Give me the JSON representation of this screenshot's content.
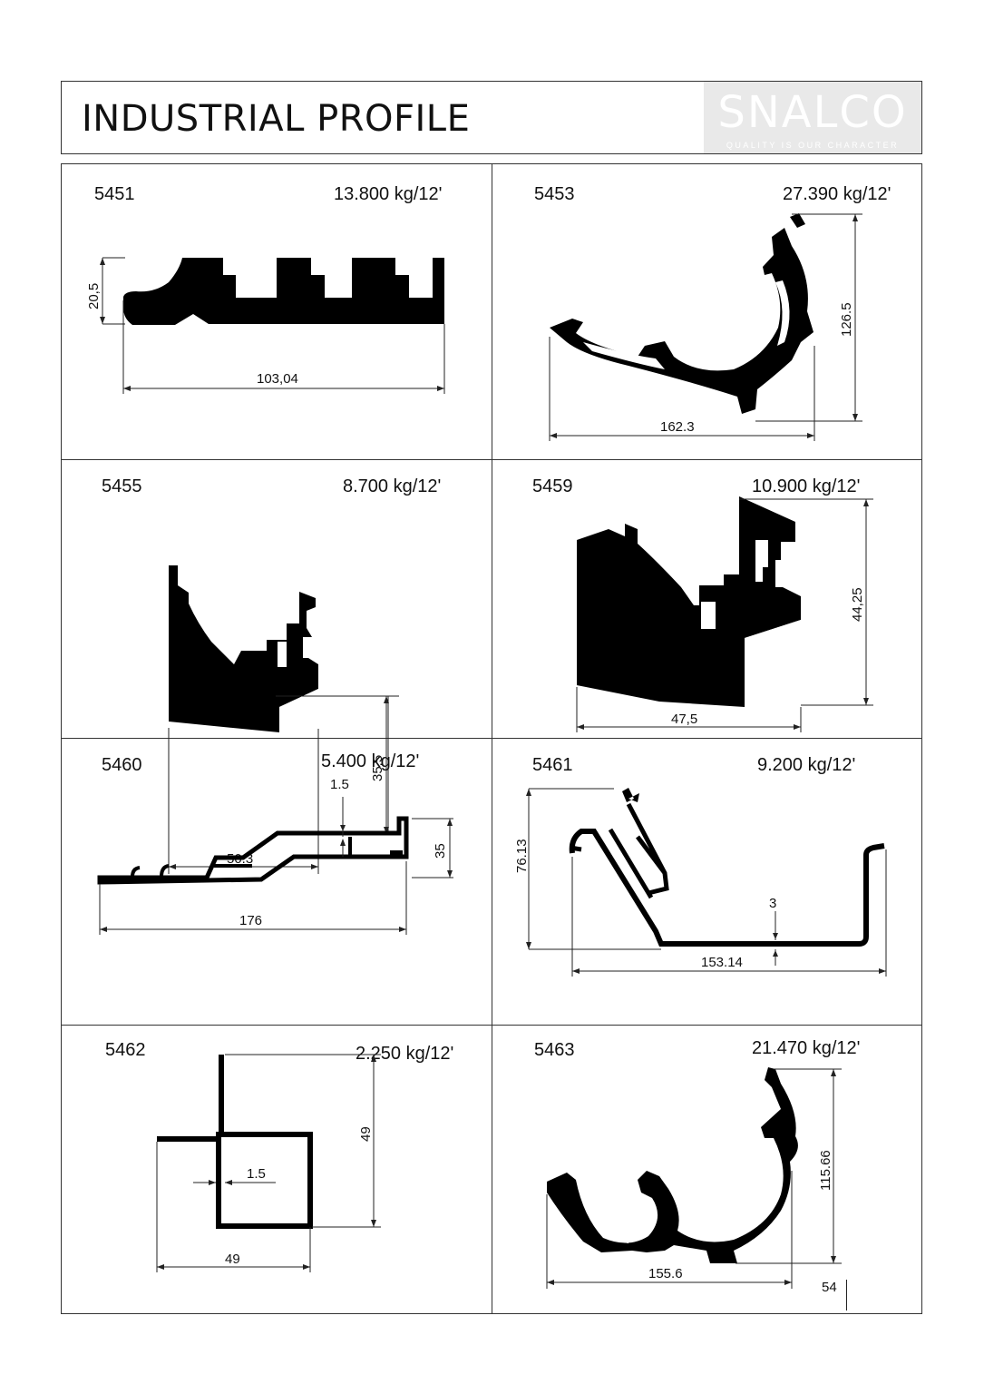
{
  "header": {
    "title": "INDUSTRIAL PROFILE",
    "logo_name": "SNALCO",
    "logo_tagline": "QUALITY IS OUR CHARACTER"
  },
  "profiles": [
    {
      "code": "5451",
      "weight": "13.800 kg/12'",
      "dims": [
        "20,5",
        "103,04"
      ]
    },
    {
      "code": "5453",
      "weight": "27.390 kg/12'",
      "dims": [
        "126.5",
        "162.3"
      ]
    },
    {
      "code": "5455",
      "weight": "8.700 kg/12'",
      "dims": [
        "35.5",
        "50.3"
      ]
    },
    {
      "code": "5459",
      "weight": "10.900 kg/12'",
      "dims": [
        "44,25",
        "47,5"
      ]
    },
    {
      "code": "5460",
      "weight": "5.400 kg/12'",
      "dims": [
        "1.5",
        "35",
        "176"
      ]
    },
    {
      "code": "5461",
      "weight": "9.200 kg/12'",
      "dims": [
        "76.13",
        "3",
        "153.14"
      ]
    },
    {
      "code": "5462",
      "weight": "2.250 kg/12'",
      "dims": [
        "49",
        "1.5",
        "49"
      ]
    },
    {
      "code": "5463",
      "weight": "21.470 kg/12'",
      "dims": [
        "115.66",
        "155.6"
      ]
    }
  ],
  "page_number": "54"
}
